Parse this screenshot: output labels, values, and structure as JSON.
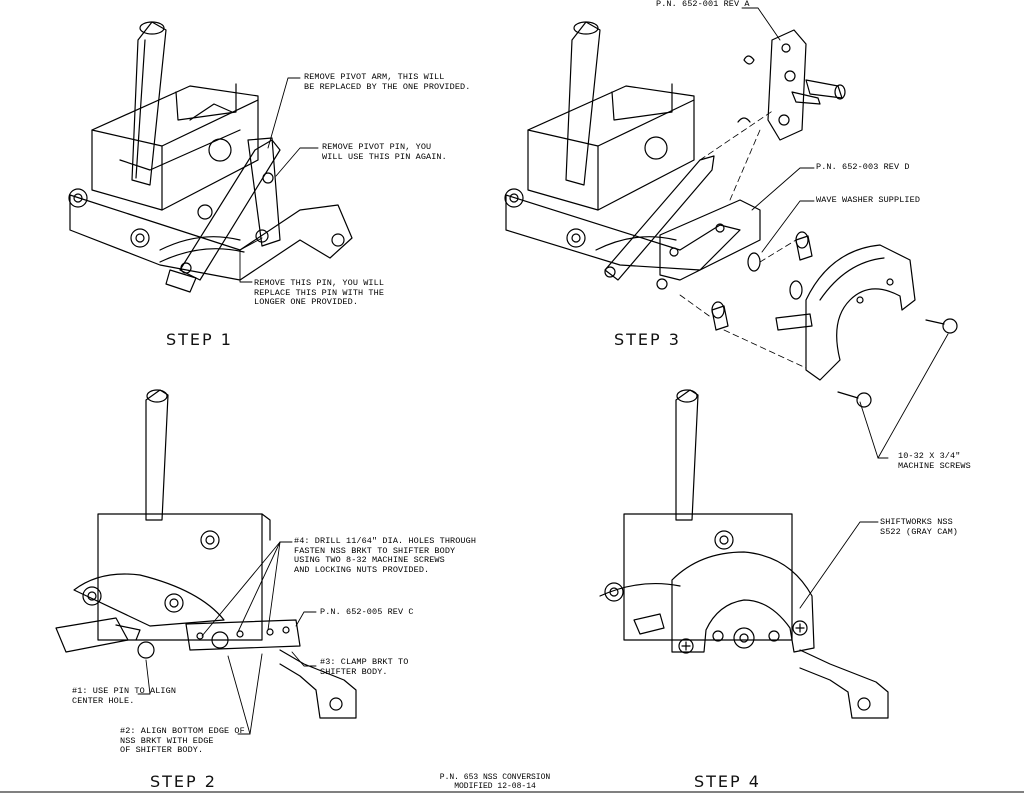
{
  "steps": {
    "step1": "STEP 1",
    "step2": "STEP 2",
    "step3": "STEP 3",
    "step4": "STEP 4"
  },
  "step1_callouts": {
    "pivot_arm": [
      "REMOVE PIVOT ARM, THIS WILL",
      "BE REPLACED BY THE ONE PROVIDED."
    ],
    "pivot_pin": [
      "REMOVE PIVOT PIN, YOU",
      "WILL USE THIS PIN AGAIN."
    ],
    "replace_pin": [
      "REMOVE THIS PIN, YOU WILL",
      "REPLACE THIS PIN WITH THE",
      "LONGER ONE PROVIDED."
    ]
  },
  "step3_callouts": {
    "pn_652_001": "P.N. 652-001 REV A",
    "pn_652_003": "P.N. 652-003 REV D",
    "wave_washer": "WAVE WASHER SUPPLIED",
    "machine_screws": [
      "10-32 X 3/4\"",
      "MACHINE SCREWS"
    ],
    "shiftworks": [
      "SHIFTWORKS NSS",
      "S522 (GRAY CAM)"
    ]
  },
  "step2_callouts": {
    "drill": [
      "#4: DRILL 11/64\" DIA. HOLES THROUGH",
      "FASTEN NSS BRKT TO SHIFTER BODY",
      "USING TWO 8-32 MACHINE SCREWS",
      "AND LOCKING NUTS PROVIDED."
    ],
    "pn_652_005": "P.N. 652-005 REV C",
    "clamp": [
      "#3: CLAMP BRKT TO",
      "SHIFTER BODY."
    ],
    "pin_align": [
      "#1: USE PIN TO ALIGN",
      "CENTER HOLE."
    ],
    "edge_align": [
      "#2: ALIGN BOTTOM EDGE OF",
      "NSS BRKT WITH EDGE",
      "OF SHIFTER BODY."
    ]
  },
  "title_block": {
    "line1": "P.N. 653 NSS CONVERSION",
    "line2": "MODIFIED 12-08-14"
  }
}
